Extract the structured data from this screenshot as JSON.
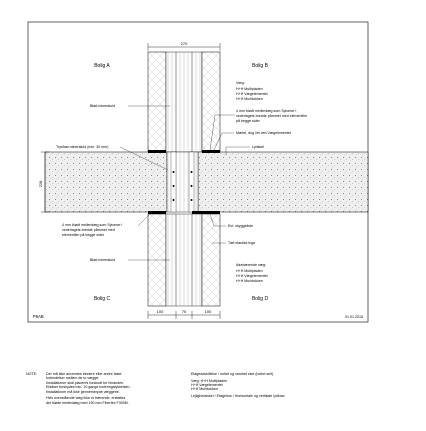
{
  "drawing": {
    "dimensions": {
      "top_width": "270",
      "left_height": "228",
      "bottom_left": "100",
      "bottom_middle": "70",
      "bottom_right": "100"
    },
    "rooms": {
      "a": "Bolig A",
      "b": "Bolig B",
      "c": "Bolig C",
      "d": "Bolig D"
    },
    "wall_label_top": {
      "title": "Væg:",
      "lines": [
        "H+H Multipladen",
        "H+H Vægelementet",
        "H+H Murblokken"
      ]
    },
    "callouts": {
      "blod_top": "Blød mineraluld",
      "membrane_top": [
        "4 mm blødt mellemlæg som Sylomer i",
        "vederlagets bredde påmmet med elementlim",
        "på begge sider"
      ],
      "mortar": "Mørtel, dog lim ved Vægelementet",
      "lydskel": "Lydskel",
      "tryk": "Trykfast mineraluld (min. 30 mm)",
      "membrane_bottom": [
        "4 mm blødt mellemlæg som Sylomer i",
        "vederlagets bredde påmmet med",
        "elementlim på begge sider"
      ],
      "skygge": "Evt. skyggeliste",
      "fuge": "Tæt elastisk fuge",
      "blod_bottom": "Blød mineraluld",
      "bearing_wall": {
        "title": "Ikkebærende væg:",
        "lines": [
          "H+H Multipladen",
          "H+H Vægelementet",
          "H+H Murblokken"
        ]
      }
    },
    "code": "P6AB",
    "date": "01.01.2015"
  },
  "notes": {
    "label": "NOTE:",
    "left": [
      "Der må ikke anvendes bindere eller andre faste\nforbindelser mellem de to vægge.\nInstallationer skal placeres forskudt for hinanden.\nEldåser forskydes min. 10 gange isoleringstykkelsen.\nInstallationer må ikke gennembryde væggene.",
      "Hvis ovenstående væg ikke er bærende, erstattes\ndet bløde mellemlæg med 150 mm Fibertex F300M."
    ],
    "right": [
      "Etageadskillelse / lodret og vandret skel (lodret snit)",
      "Væg:  H+H Multipladen\n           H+H Vægelementet\n           H+H Murblokken",
      "Lejlighedsskel / Etagehus / Horisontale og vertikale lydkrav"
    ]
  }
}
